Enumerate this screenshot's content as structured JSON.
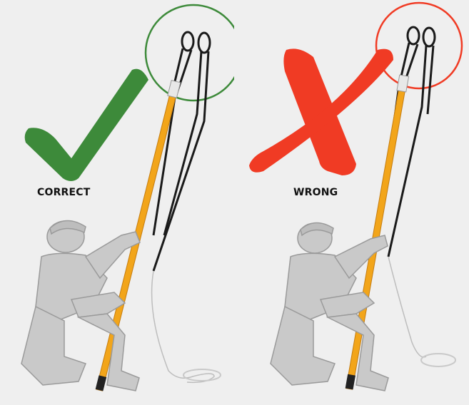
{
  "panels": [
    {
      "id": "correct",
      "label": "CORRECT",
      "mark": "check-mark-icon",
      "accent": "#3d8a3a"
    },
    {
      "id": "wrong",
      "label": "WRONG",
      "mark": "x-mark-icon",
      "accent": "#f03b24"
    }
  ],
  "colors": {
    "pole": "#f2a51a",
    "pole_dark": "#c47c10",
    "rope": "#1a1a1a",
    "figure": "#c9c9c9",
    "figure_shadow": "#9a9a9a",
    "background": "#efefef"
  }
}
